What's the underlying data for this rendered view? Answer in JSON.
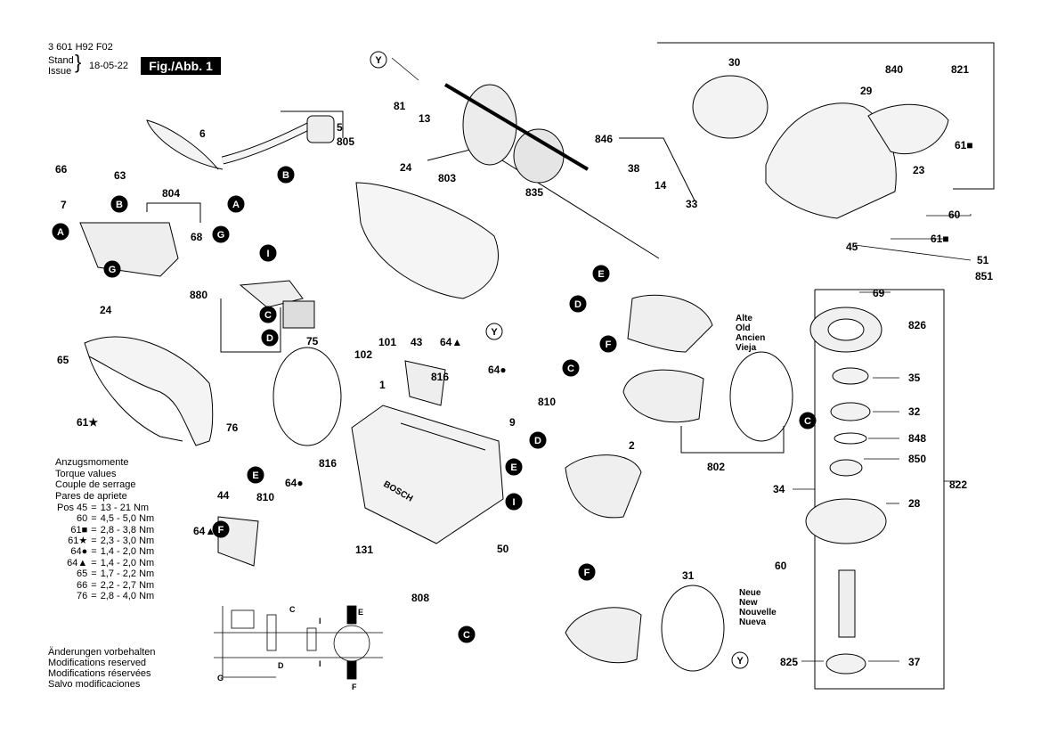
{
  "header": {
    "doc_number": "3 601 H92 F02",
    "stand_label": "Stand",
    "issue_label": "Issue",
    "date": "18-05-22",
    "figure_label": "Fig./Abb. 1"
  },
  "torque_title": [
    "Anzugsmomente",
    "Torque values",
    "Couple de serrage",
    "Pares de apriete"
  ],
  "torque_rows": [
    {
      "pos": "Pos 45",
      "mark": "",
      "val": "13 - 21 Nm"
    },
    {
      "pos": "60",
      "mark": "",
      "val": "4,5 - 5,0 Nm"
    },
    {
      "pos": "61",
      "mark": "■",
      "val": "2,8 - 3,8 Nm"
    },
    {
      "pos": "61",
      "mark": "★",
      "val": "2,3 - 3,0 Nm"
    },
    {
      "pos": "64",
      "mark": "●",
      "val": "1,4 - 2,0 Nm"
    },
    {
      "pos": "64",
      "mark": "▲",
      "val": "1,4 - 2,0 Nm"
    },
    {
      "pos": "65",
      "mark": "",
      "val": "1,7 - 2,2 Nm"
    },
    {
      "pos": "66",
      "mark": "",
      "val": "2,2 - 2,7 Nm"
    },
    {
      "pos": "76",
      "mark": "",
      "val": "2,8 - 4,0 Nm"
    }
  ],
  "notes": [
    "Änderungen vorbehalten",
    "Modifications reserved",
    "Modifications réservées",
    "Salvo modificaciones"
  ],
  "edition_old": [
    "Alte",
    "Old",
    "Ancien",
    "Vieja"
  ],
  "edition_new": [
    "Neue",
    "New",
    "Nouvelle",
    "Nueva"
  ],
  "part_numbers": [
    "81",
    "13",
    "803",
    "835",
    "846",
    "38",
    "14",
    "33",
    "30",
    "840",
    "821",
    "29",
    "23",
    "61■",
    "60",
    "61■",
    "45",
    "51",
    "851",
    "69",
    "826",
    "35",
    "32",
    "848",
    "850",
    "822",
    "34",
    "28",
    "60",
    "825",
    "37",
    "24",
    "66",
    "63",
    "7",
    "804",
    "68",
    "880",
    "6",
    "5",
    "805",
    "24",
    "65",
    "61★",
    "75",
    "76",
    "102",
    "101",
    "43",
    "64▲",
    "816",
    "64●",
    "810",
    "1",
    "9",
    "2",
    "802",
    "816",
    "64●",
    "810",
    "44",
    "64▲",
    "131",
    "808",
    "50",
    "31"
  ],
  "callouts": [
    "Y",
    "A",
    "B",
    "A",
    "B",
    "G",
    "G",
    "I",
    "C",
    "D",
    "E",
    "F",
    "C",
    "D",
    "E",
    "I",
    "F",
    "C",
    "Y",
    "D",
    "E",
    "F",
    "C",
    "Y"
  ],
  "circuit_labels": [
    "C",
    "E",
    "I",
    "I",
    "D",
    "G",
    "F"
  ]
}
